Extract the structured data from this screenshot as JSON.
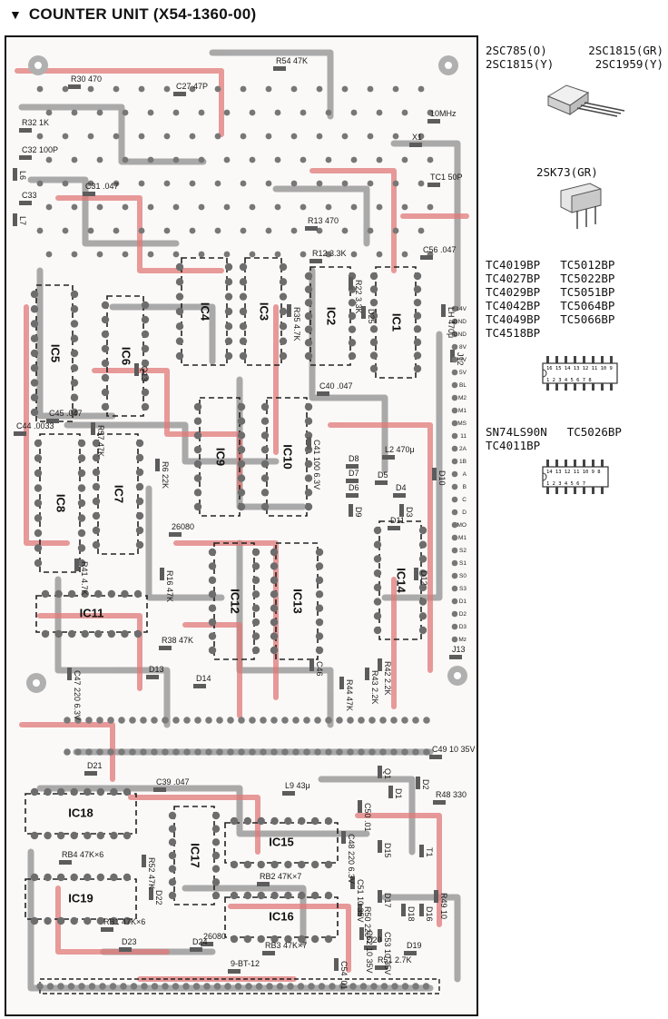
{
  "header": {
    "title": "COUNTER UNIT (X54-1360-00)"
  },
  "legend": {
    "transistors": [
      "2SC785(O)",
      "2SC1815(GR)",
      "2SC1815(Y)",
      "2SC1959(Y)"
    ],
    "fet": "2SK73(GR)",
    "ic16_left": [
      "TC4019BP",
      "TC4027BP",
      "TC4029BP",
      "TC4042BP",
      "TC4049BP",
      "TC4518BP"
    ],
    "ic16_right": [
      "TC5012BP",
      "TC5022BP",
      "TC5051BP",
      "TC5064BP",
      "TC5066BP"
    ],
    "ic16_pins_top": "16 15 14 13 12 11 10 9",
    "ic16_pins_bottom": "1 2 3 4 5 6 7 8",
    "ic14_left": [
      "SN74LS90N",
      "TC4011BP"
    ],
    "ic14_right": [
      "TC5026BP"
    ],
    "ic14_pins_top": "14 13 12 11 10 9 8",
    "ic14_pins_bottom": "1 2 3 4 5 6 7"
  },
  "ics": [
    {
      "id": "ic1",
      "label": "IC1"
    },
    {
      "id": "ic2",
      "label": "IC2"
    },
    {
      "id": "ic3",
      "label": "IC3"
    },
    {
      "id": "ic4",
      "label": "IC4"
    },
    {
      "id": "ic5",
      "label": "IC5"
    },
    {
      "id": "ic6",
      "label": "IC6"
    },
    {
      "id": "ic7",
      "label": "IC7"
    },
    {
      "id": "ic8",
      "label": "IC8"
    },
    {
      "id": "ic9",
      "label": "IC9"
    },
    {
      "id": "ic10",
      "label": "IC10"
    },
    {
      "id": "ic11",
      "label": "IC11"
    },
    {
      "id": "ic12",
      "label": "IC12"
    },
    {
      "id": "ic13",
      "label": "IC13"
    },
    {
      "id": "ic14",
      "label": "IC14"
    },
    {
      "id": "ic15",
      "label": "IC15"
    },
    {
      "id": "ic16",
      "label": "IC16"
    },
    {
      "id": "ic17",
      "label": "IC17"
    },
    {
      "id": "ic18",
      "label": "IC18"
    },
    {
      "id": "ic19",
      "label": "IC19"
    }
  ],
  "parts": [
    {
      "id": "r32",
      "label": "R32 1K"
    },
    {
      "id": "r30",
      "label": "R30 470"
    },
    {
      "id": "c27",
      "label": "C27 47P"
    },
    {
      "id": "r54",
      "label": "R54 47K"
    },
    {
      "id": "x1",
      "label": "X1"
    },
    {
      "id": "xtal",
      "label": "10MHz"
    },
    {
      "id": "tc1",
      "label": "TC1 50P"
    },
    {
      "id": "l6",
      "label": "L6"
    },
    {
      "id": "l7",
      "label": "L7"
    },
    {
      "id": "c32",
      "label": "C32 100P"
    },
    {
      "id": "c31",
      "label": "C31 .047"
    },
    {
      "id": "c33",
      "label": "C33"
    },
    {
      "id": "r13",
      "label": "R13 470"
    },
    {
      "id": "r12",
      "label": "R12 3.3K"
    },
    {
      "id": "r22",
      "label": "R22 3.3K"
    },
    {
      "id": "r35",
      "label": "R35 4.7K"
    },
    {
      "id": "d25",
      "label": "D25"
    },
    {
      "id": "c56",
      "label": "C56 .047"
    },
    {
      "id": "lh",
      "label": "LH 470μ"
    },
    {
      "id": "q13",
      "label": "Q13"
    },
    {
      "id": "r57",
      "label": "R57 47K"
    },
    {
      "id": "c40",
      "label": "C40 .047"
    },
    {
      "id": "c41",
      "label": "C41 100 6.3V"
    },
    {
      "id": "l2",
      "label": "L2 470μ"
    },
    {
      "id": "c45",
      "label": "C45 .047"
    },
    {
      "id": "c44",
      "label": "C44 .0033"
    },
    {
      "id": "r41",
      "label": "R41 4.7K"
    },
    {
      "id": "r6",
      "label": "R6 22K"
    },
    {
      "id": "board",
      "label": "26080"
    },
    {
      "id": "d8",
      "label": "D8"
    },
    {
      "id": "d7",
      "label": "D7"
    },
    {
      "id": "d6",
      "label": "D6"
    },
    {
      "id": "d5",
      "label": "D5"
    },
    {
      "id": "d4",
      "label": "D4"
    },
    {
      "id": "d9",
      "label": "D9"
    },
    {
      "id": "d10",
      "label": "D10"
    },
    {
      "id": "d3",
      "label": "D3"
    },
    {
      "id": "d11",
      "label": "D11"
    },
    {
      "id": "d12",
      "label": "D12"
    },
    {
      "id": "r16",
      "label": "R16 47K"
    },
    {
      "id": "c47",
      "label": "C47 220 6.3V"
    },
    {
      "id": "d13",
      "label": "D13"
    },
    {
      "id": "d14",
      "label": "D14"
    },
    {
      "id": "r38",
      "label": "R38 47K"
    },
    {
      "id": "c46",
      "label": "C46"
    },
    {
      "id": "r44",
      "label": "R44 47K"
    },
    {
      "id": "r43",
      "label": "R43 2.2K"
    },
    {
      "id": "r42",
      "label": "R42 2.2K"
    },
    {
      "id": "j13",
      "label": "J13"
    },
    {
      "id": "j12",
      "label": "J12"
    },
    {
      "id": "d21",
      "label": "D21"
    },
    {
      "id": "c39",
      "label": "C39 .047"
    },
    {
      "id": "l9",
      "label": "L9 43μ"
    },
    {
      "id": "r48",
      "label": "R48 330"
    },
    {
      "id": "c49",
      "label": "C49 10 35V"
    },
    {
      "id": "q1",
      "label": "Q1"
    },
    {
      "id": "d1",
      "label": "D1"
    },
    {
      "id": "d2",
      "label": "D2"
    },
    {
      "id": "c50",
      "label": "C50 .01"
    },
    {
      "id": "c48",
      "label": "C48 220 6.3V"
    },
    {
      "id": "d15",
      "label": "D15"
    },
    {
      "id": "t1",
      "label": "T1"
    },
    {
      "id": "c51",
      "label": "C51 10 35V"
    },
    {
      "id": "d17",
      "label": "D17"
    },
    {
      "id": "d18",
      "label": "D18"
    },
    {
      "id": "d16",
      "label": "D16"
    },
    {
      "id": "r49",
      "label": "R49 10"
    },
    {
      "id": "r50",
      "label": "R50 220"
    },
    {
      "id": "c52",
      "label": "C52 10 35V"
    },
    {
      "id": "c53",
      "label": "C53 10 35V"
    },
    {
      "id": "d20",
      "label": "D20"
    },
    {
      "id": "d19",
      "label": "D19"
    },
    {
      "id": "c54",
      "label": "C54 .01"
    },
    {
      "id": "r51",
      "label": "R51 2.7K"
    },
    {
      "id": "rb1",
      "label": "RB1 47K×6"
    },
    {
      "id": "rb2",
      "label": "RB2 47K×7"
    },
    {
      "id": "rb3",
      "label": "RB3 47K×7"
    },
    {
      "id": "rb4",
      "label": "RB4 47K×6"
    },
    {
      "id": "r52",
      "label": "R52 47K"
    },
    {
      "id": "d22",
      "label": "D22"
    },
    {
      "id": "d23",
      "label": "D23"
    },
    {
      "id": "d24",
      "label": "D24"
    },
    {
      "id": "board2",
      "label": "26080"
    },
    {
      "id": "conn",
      "label": "9-BT-12"
    }
  ],
  "connector_pins": [
    "14V",
    "GND",
    "GND",
    "8V",
    "5V",
    "5V",
    "BL",
    "M2",
    "M1",
    "MS",
    "11",
    "2A",
    "1B",
    "A",
    "B",
    "C",
    "D",
    "MO",
    "M1",
    "S2",
    "S1",
    "S0",
    "S3",
    "D1",
    "D2",
    "D3",
    "Mz"
  ]
}
